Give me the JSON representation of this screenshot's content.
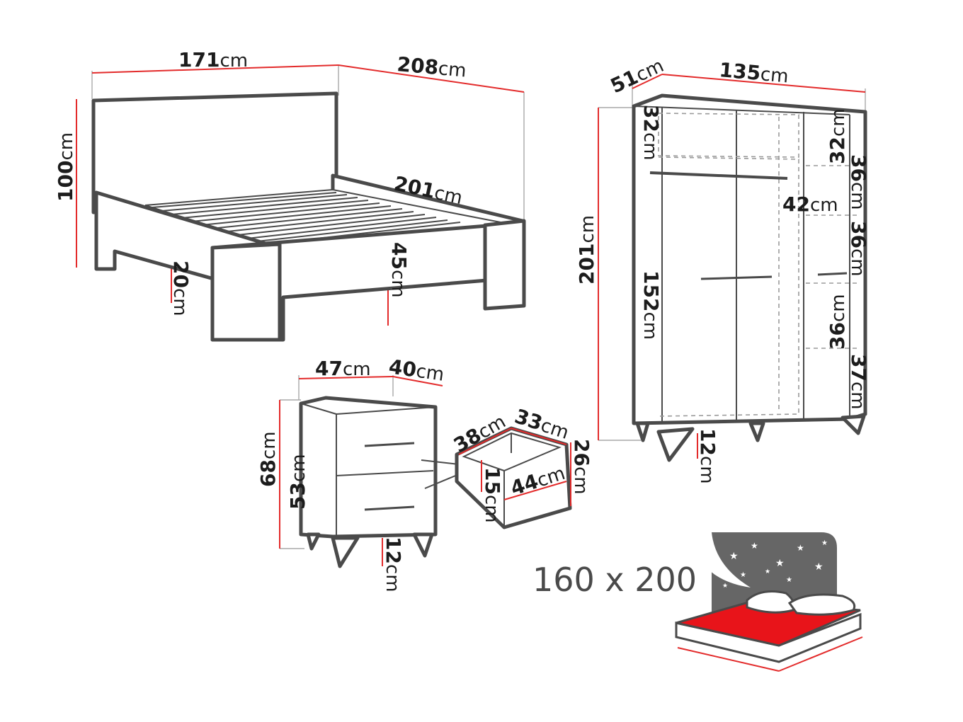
{
  "bed": {
    "width_num": "171",
    "depth_num": "208",
    "height_num": "100",
    "frame_len_num": "201",
    "leg_num": "20",
    "frame_h_num": "45",
    "unit": "cm"
  },
  "wardrobe": {
    "depth_num": "51",
    "width_num": "135",
    "height_num": "201",
    "top_num": "32",
    "door_num": "152",
    "leg_num": "12",
    "shelf_w_num": "42",
    "shelf_top_num": "32",
    "shelf1_num": "36",
    "shelf2_num": "36",
    "shelf3_num": "36",
    "shelf4_num": "37",
    "unit": "cm"
  },
  "nightstand": {
    "width_num": "47",
    "depth_num": "40",
    "height_num": "68",
    "body_num": "53",
    "leg_num": "12",
    "unit": "cm"
  },
  "drawer": {
    "depth_num": "38",
    "width_num": "33",
    "front_w_num": "44",
    "front_h_num": "26",
    "inner_h_num": "15",
    "unit": "cm"
  },
  "mattress": {
    "size_label": "160 x 200",
    "sheet_color": "#e8141a",
    "night_color": "#666666"
  }
}
